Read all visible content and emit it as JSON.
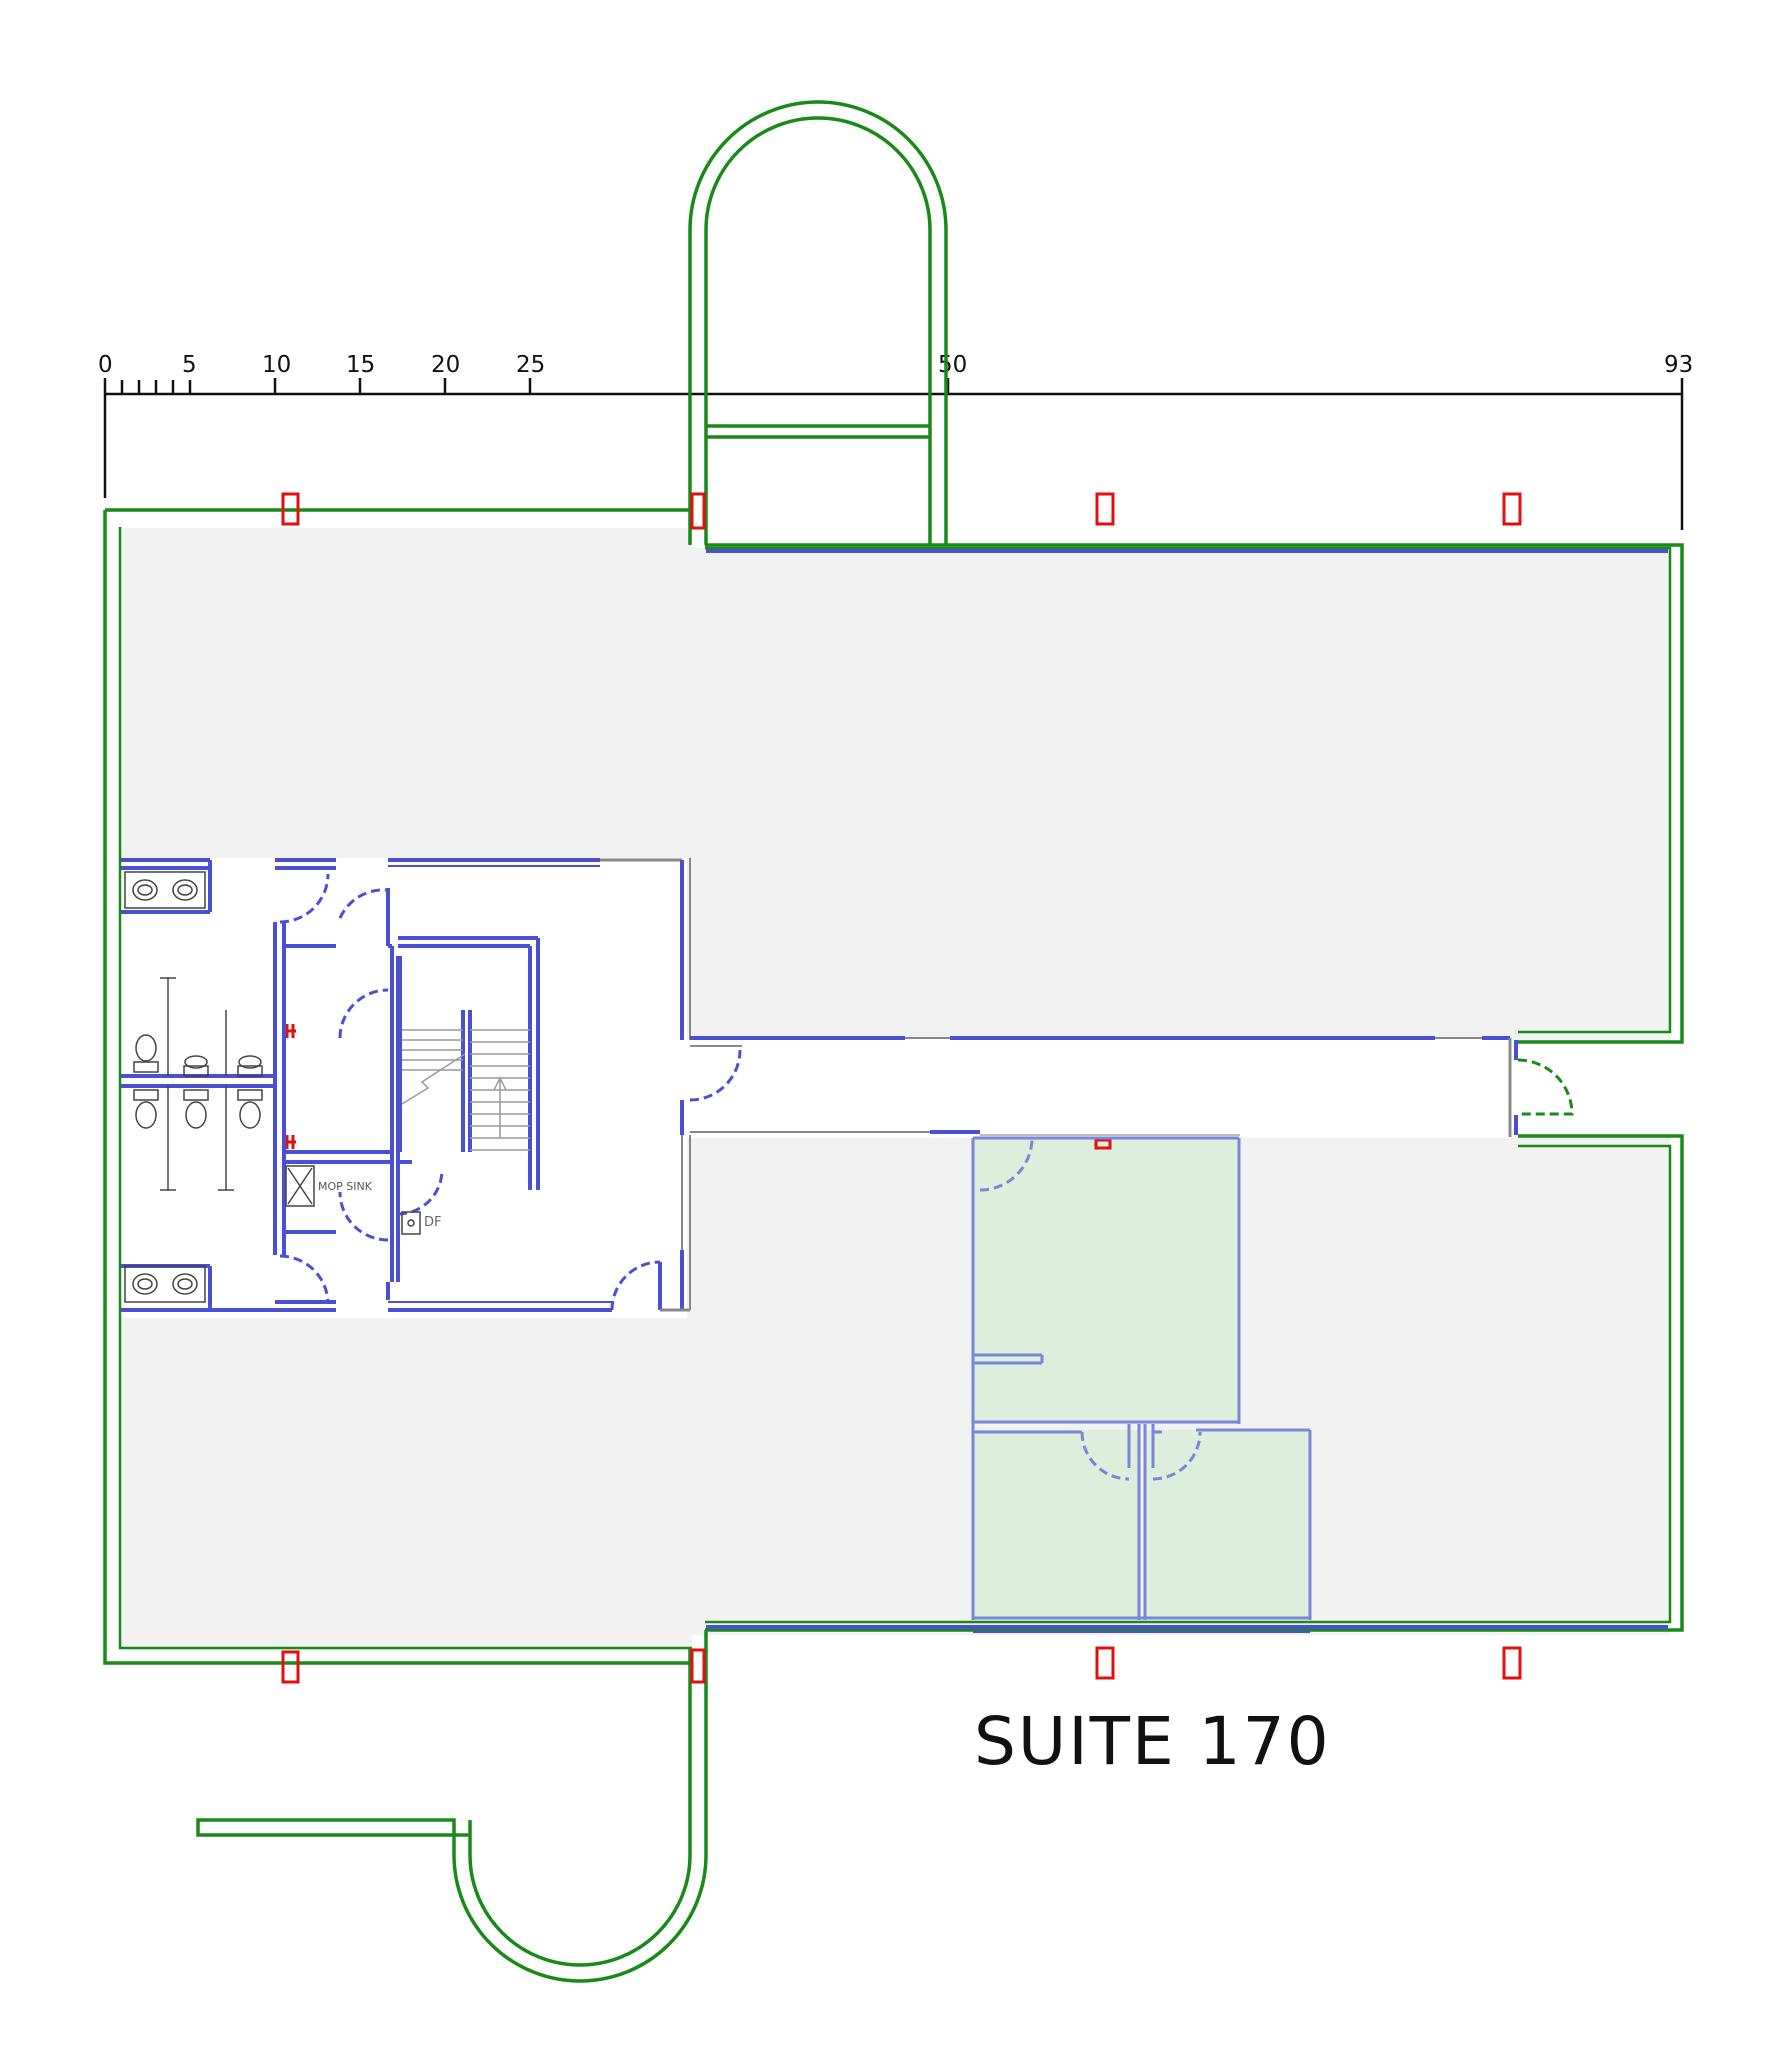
{
  "scale": {
    "ticks": [
      "0",
      "5",
      "10",
      "15",
      "20",
      "25",
      "50",
      "93"
    ]
  },
  "labels": {
    "suite": "SUITE 170",
    "mop_sink": "MOP SINK",
    "df": "DF"
  },
  "colors": {
    "exterior_wall": "#188a18",
    "interior_wall": "#4b4fd6",
    "window": "#e01010",
    "floor": "#f2f2f2",
    "suite_office": "#dcefdc",
    "office_wall": "#7a86d9"
  }
}
